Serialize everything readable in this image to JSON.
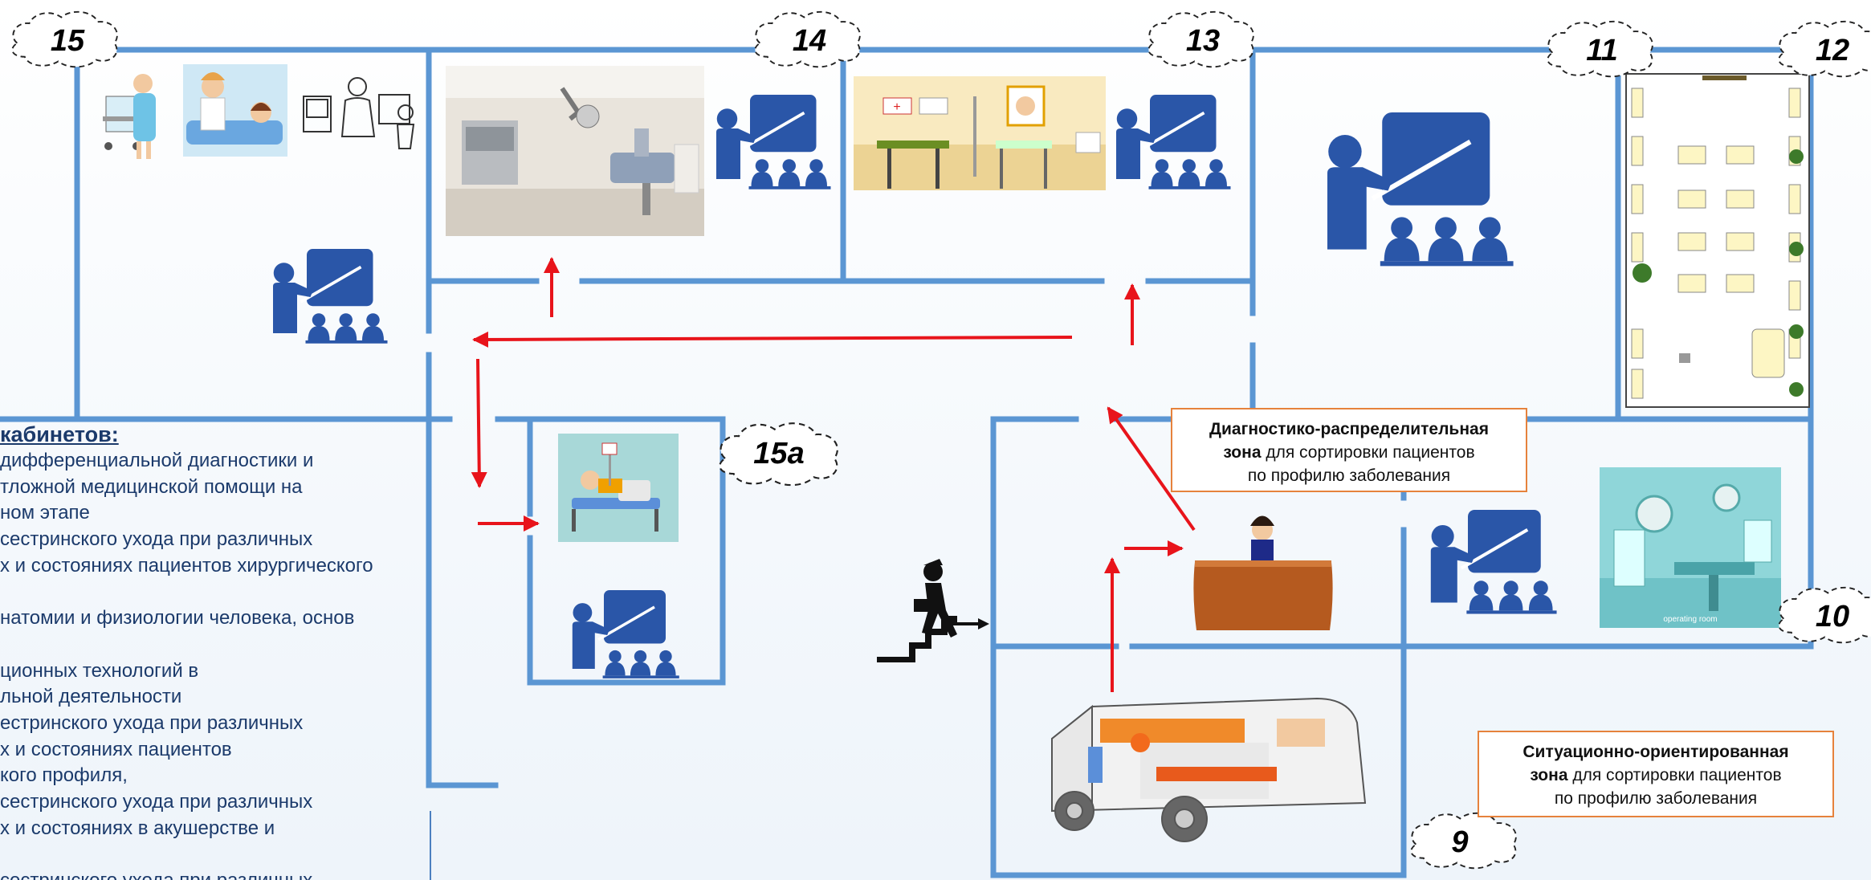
{
  "room_numbers": {
    "r15": "15",
    "r14": "14",
    "r13": "13",
    "r11": "11",
    "r12": "12",
    "r15a": "15а",
    "r10": "10",
    "r9": "9"
  },
  "legend": {
    "title": "кабинетов:",
    "lines": [
      "дифференциальной диагностики и",
      "тложной медицинской помощи на",
      "ном этапе",
      "сестринского ухода при различных",
      "х и состояниях пациентов хирургического",
      "",
      "натомии и физиологии человека, основ",
      "",
      "ционных технологий в",
      "льной деятельности",
      "естринского ухода при различных",
      "х и состояниях пациентов",
      "кого профиля,",
      "сестринского ухода при различных",
      "х и состояниях в акушерстве и",
      "",
      "сестринского ухода при различных"
    ]
  },
  "info_boxes": {
    "diagnostic": {
      "bold_1": "Диагностико-распределительная",
      "bold_2": "зона",
      "rest_2": " для сортировки пациентов",
      "line_3": "по профилю заболевания"
    },
    "situational": {
      "bold_1": "Ситуационно-ориентированная",
      "bold_2": "зона",
      "rest_2": " для сортировки пациентов",
      "line_3": "по профилю заболевания"
    }
  },
  "colors": {
    "wall": "#5b96d3",
    "arrow": "#e8141b",
    "icon": "#2a56a8",
    "box_border": "#e6823c",
    "text": "#1b3a6b"
  },
  "icons": [
    "teacher-board-icon",
    "nurse-cart-icon",
    "nurse-patient-icon",
    "doctor-sketch-icon",
    "delivery-room-photo",
    "exam-room-icon",
    "iv-patient-icon",
    "operating-room-icon",
    "classroom-plan-icon",
    "reception-desk-icon",
    "ambulance-icon",
    "walking-stairs-icon"
  ]
}
